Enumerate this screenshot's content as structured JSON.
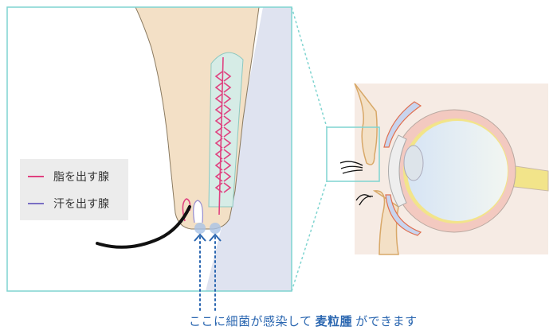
{
  "legend": {
    "items": [
      {
        "label": "脂を出す腺",
        "color": "#e0407f"
      },
      {
        "label": "汗を出す腺",
        "color": "#7a6fc4"
      }
    ]
  },
  "caption": {
    "prefix": "ここに細菌が感染して",
    "highlight": "麦粒腫",
    "suffix": "ができます"
  },
  "colors": {
    "frame": "#7fd4d0",
    "skin": "#f3e0c6",
    "eye_surface": "#dfe3f0",
    "arrow": "#2a66b0"
  }
}
